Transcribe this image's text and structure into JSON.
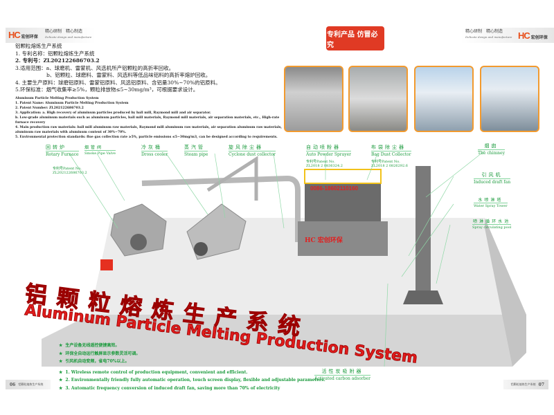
{
  "brand": {
    "logo": "HC",
    "logo_cn": "宏创环保",
    "slogan_cn": "精心研制　精心制造",
    "slogan_en": "Delicate design and manufacture"
  },
  "stamp": "专利产品 仿冒必究",
  "intro": {
    "title_cn": "铝颗粒熔炼生产系统",
    "cn_lines": [
      "1. 专利名称：铝颗粒熔炼生产系统",
      "2. 专利号：ZL202122686703.2",
      "3.适用范围：a、球磨机、雷蒙机、风选机所产铝颗粒的高折率回收。",
      "　　　　　　b、铝颗粒、球磨料、雷蒙料、风选料等低品味铝料的高折率熔炉回收。",
      "4. 主要生产原料：球磨铝原料、雷蒙铝原料、风选铝原料、含铝量30%~70%的铝原料。",
      "5.环保标准：烟气收集率≥5%，颗粒排放物≤5~30mg/m³，可根据要求设计。"
    ],
    "title_en": "Aluminum Particle Melting Production System",
    "en_lines": [
      "1. Patent Name: Aluminum Particle Melting Production System",
      "2. Patent Number: ZL202122686703.2",
      "3. Application: a. High recovery of aluminum particles produced by ball mill, Raymond mill and air separator.",
      "b. Low-grade aluminum materials such as aluminum particles, ball mill materials, Raymond mill materials, air separation materials, etc., High-rate furnace recovery",
      "4. Main production raw materials: ball mill aluminum raw materials, Raymond mill aluminum raw materials, air separation aluminum raw materials, aluminum raw materials with aluminum content of 30%~70%.",
      "5. Environmental protection standards: flue gas collection rate ≥5%, particle emissions ≤5~30mg/m3, can be designed according to requirements."
    ]
  },
  "labels": {
    "rotary": {
      "cn": "回转炉",
      "en": "Rotary Furnace",
      "pat": "专利号Patent No.",
      "no": "ZL202122686703.2"
    },
    "valve": {
      "cn": "烟管阀",
      "en": "Smoke Pipe Valve"
    },
    "dross": {
      "cn": "冷灰桶",
      "en": "Dross cooler"
    },
    "steam": {
      "cn": "蒸汽管",
      "en": "Steam pipe"
    },
    "cyclone": {
      "cn": "旋风除尘器",
      "en": "Cyclone dust collector"
    },
    "sprayer": {
      "cn": "自动喷粉器",
      "en": "Auto Powder Sprayer",
      "pat": "专利号Patent No.",
      "no": "ZL2018 2 0836324.2"
    },
    "bag": {
      "cn": "布袋除尘器",
      "en": "Bag Dust Collector",
      "pat": "专利号Patent No.",
      "no": "ZL2018 2 0826292.6"
    },
    "chimney": {
      "cn": "烟囱",
      "en": "The chimney"
    },
    "fan": {
      "cn": "引风机",
      "en": "Induced draft fan"
    },
    "spray_tower": {
      "cn": "水喷淋塔",
      "en": "Water Spray Tower"
    },
    "pool": {
      "cn": "喷淋循环水池",
      "en": "Spray circulating pool"
    },
    "carbon": {
      "cn": "活性炭吸附器",
      "en": "Activated carbon adsorber"
    }
  },
  "scene": {
    "phone": "0086-18602110160",
    "title_cn": "铝颗粒熔炼生产系统",
    "title_en": "Aluminum Particle Melting Production System",
    "box_logo": "HC 宏创环保"
  },
  "bullets_cn": [
    "生产设备无线遥控便捷高效。",
    "环保全自动运行触屏显示参数灵活可调。",
    "引风机自动变频，省电70%以上。"
  ],
  "bullets_en": [
    "1. Wireless remote control of production equipment, convenient and efficient.",
    "2. Environmentally friendly fully automatic operation, touch screen display, flexible and adjustable parameters.",
    "3. Automatic frequency conversion of induced draft fan, saving more than 70% of electricity"
  ],
  "pages": {
    "left": "06",
    "right": "07",
    "footer_cn": "铝颗粒熔炼生产系统"
  },
  "colors": {
    "green": "#1a9a3c",
    "red": "#e03a24",
    "orange": "#f29a2e"
  }
}
